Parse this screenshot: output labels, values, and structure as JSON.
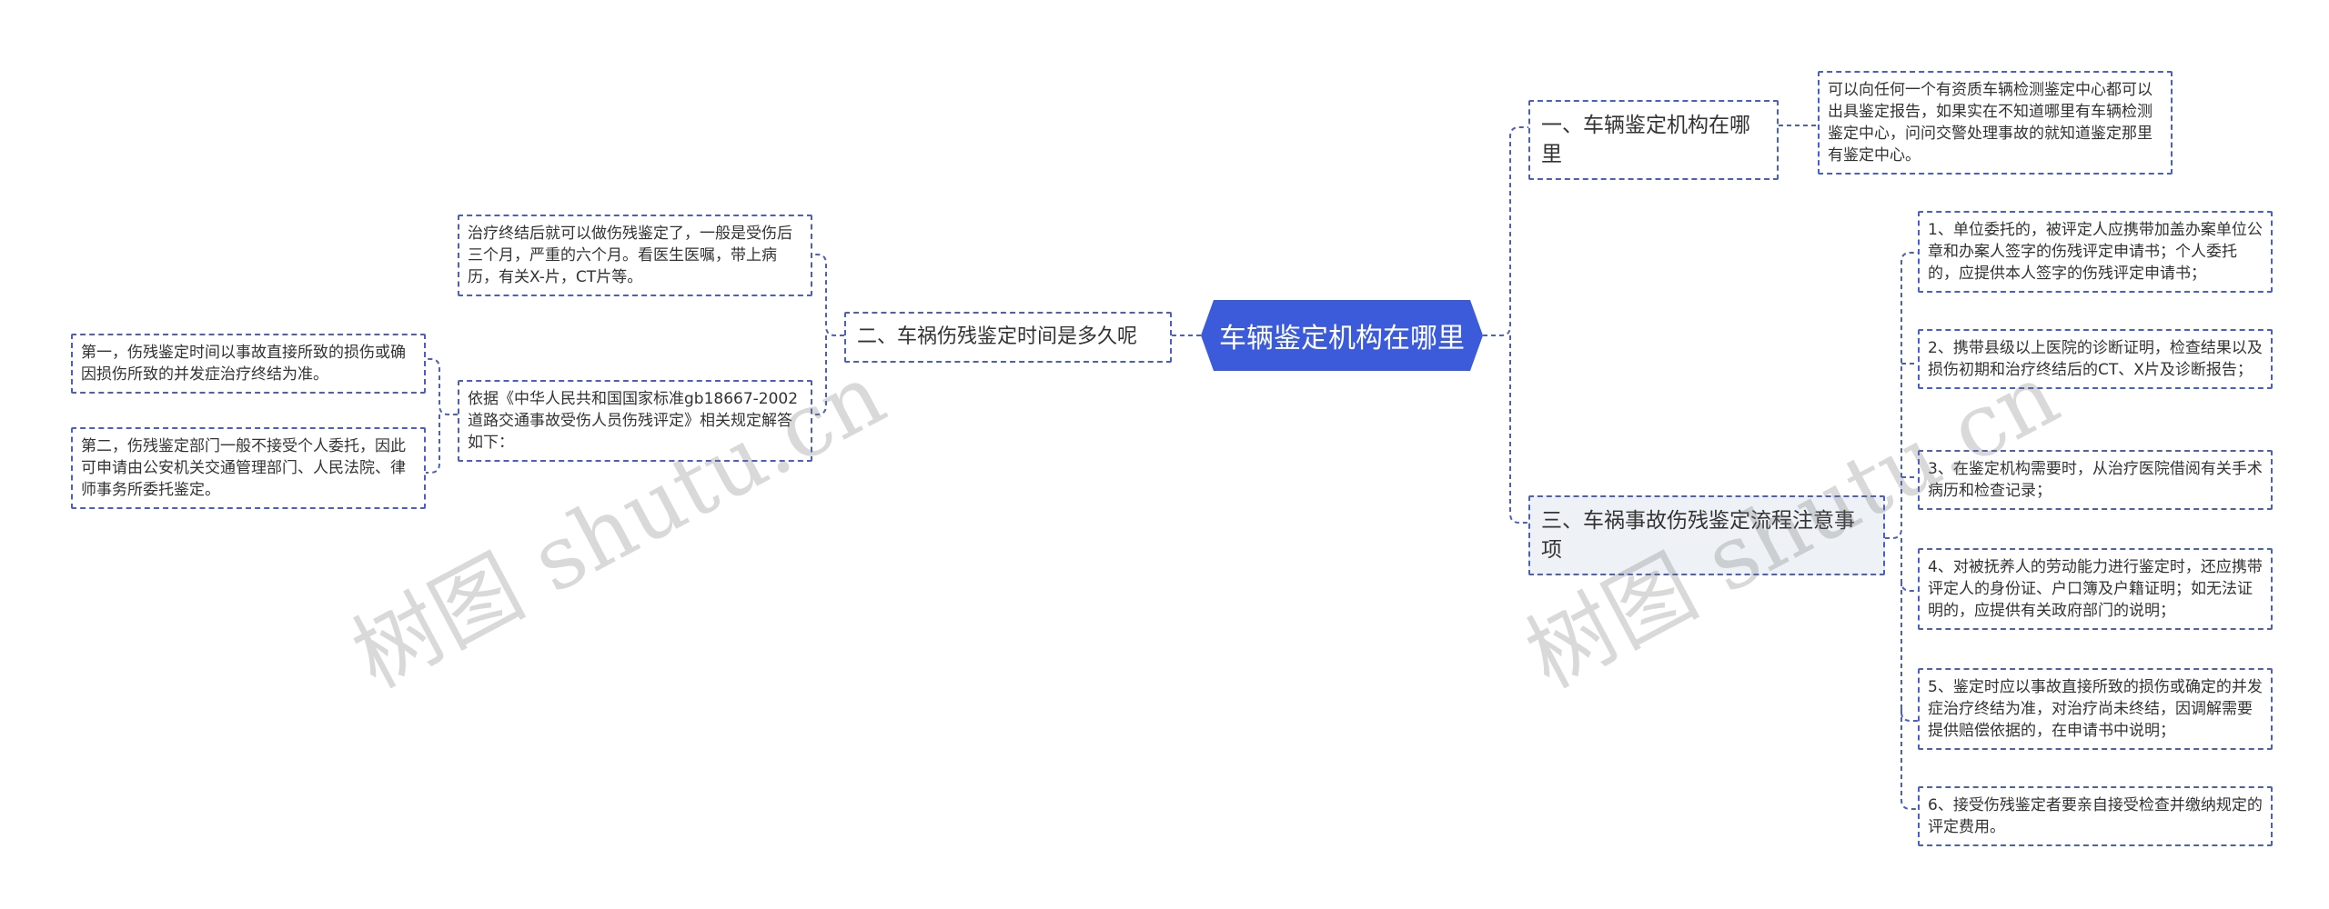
{
  "root": {
    "label": "车辆鉴定机构在哪里"
  },
  "branches": {
    "b1": {
      "label": "一、车辆鉴定机构在哪里",
      "leaves": [
        "可以向任何一个有资质车辆检测鉴定中心都可以出具鉴定报告，如果实在不知道哪里有车辆检测鉴定中心，问问交警处理事故的就知道鉴定那里有鉴定中心。"
      ]
    },
    "b2": {
      "label": "二、车祸伤残鉴定时间是多久呢",
      "leaves": [
        "治疗终结后就可以做伤残鉴定了，一般是受伤后三个月，严重的六个月。看医生医嘱，带上病历，有关X-片，CT片等。",
        "依据《中华人民共和国国家标准gb18667-2002道路交通事故受伤人员伤残评定》相关规定解答如下："
      ],
      "sub_leaves": [
        "第一，伤残鉴定时间以事故直接所致的损伤或确因损伤所致的并发症治疗终结为准。",
        "第二，伤残鉴定部门一般不接受个人委托，因此可申请由公安机关交通管理部门、人民法院、律师事务所委托鉴定。"
      ]
    },
    "b3": {
      "label": "三、车祸事故伤残鉴定流程注意事项",
      "leaves": [
        "1、单位委托的，被评定人应携带加盖办案单位公章和办案人签字的伤残评定申请书；个人委托的，应提供本人签字的伤残评定申请书；",
        "2、携带县级以上医院的诊断证明，检查结果以及损伤初期和治疗终结后的CT、X片及诊断报告；",
        "3、在鉴定机构需要时，从治疗医院借阅有关手术病历和检查记录；",
        "4、对被抚养人的劳动能力进行鉴定时，还应携带评定人的身份证、户口簿及户籍证明；如无法证明的，应提供有关政府部门的说明；",
        "5、鉴定时应以事故直接所致的损伤或确定的并发症治疗终结为准，对治疗尚未终结，因调解需要提供赔偿依据的，在申请书中说明；",
        "6、接受伤残鉴定者要亲自接受检查并缴纳规定的评定费用。"
      ]
    }
  },
  "watermarks": [
    "树图 shutu.cn",
    "树图 shutu.cn"
  ],
  "colors": {
    "root_fill": "#3b5bdb",
    "line": "#4a5fc4",
    "gray_node": "#eef1f5"
  }
}
